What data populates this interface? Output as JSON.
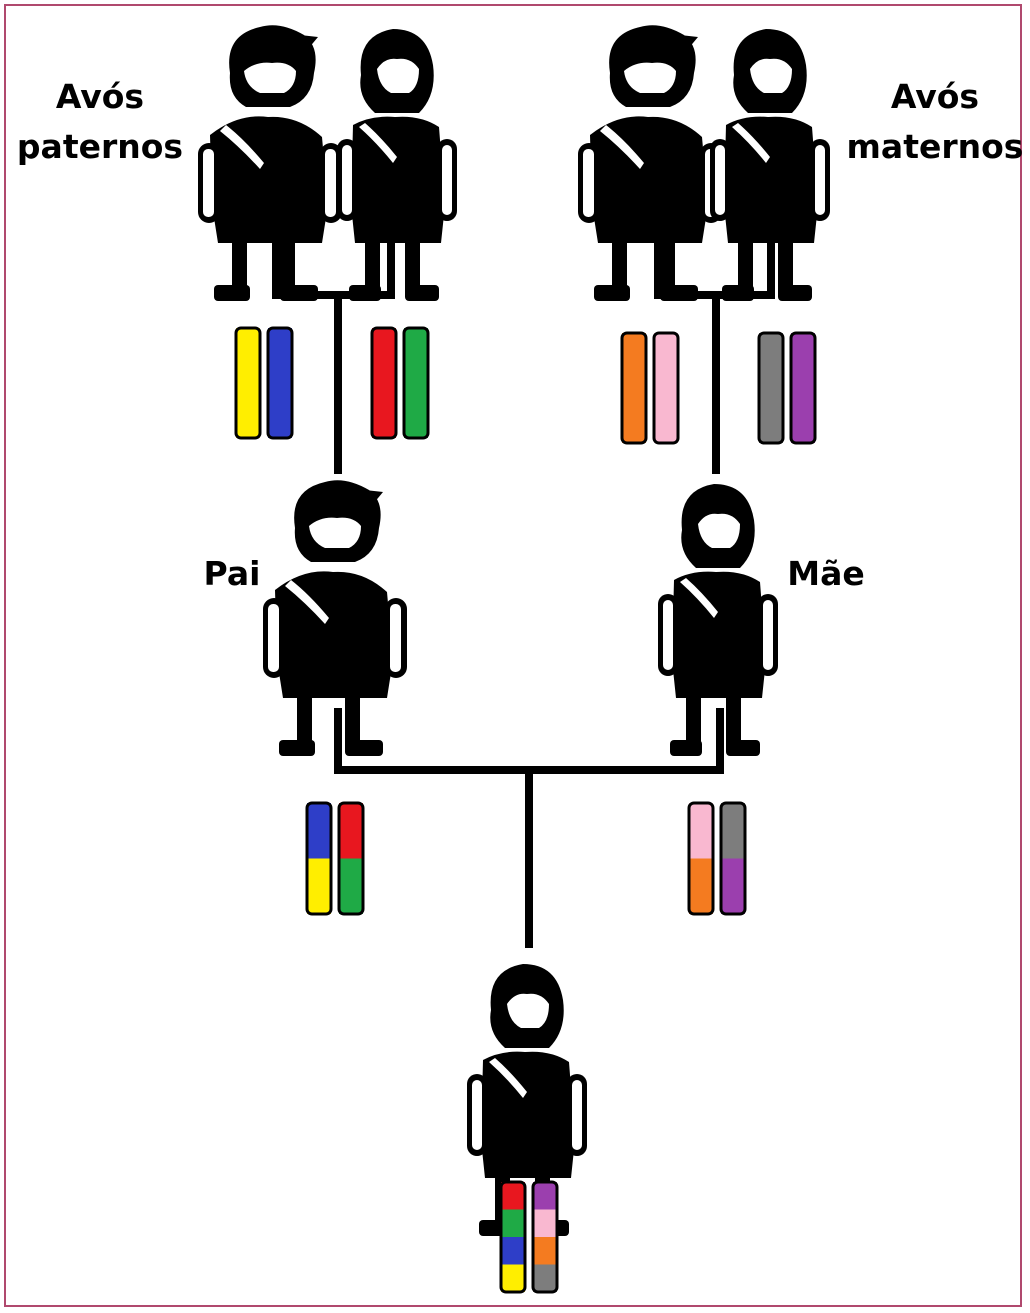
{
  "labels": {
    "paternal_grandparents_line1": "Avós",
    "paternal_grandparents_line2": "paternos",
    "maternal_grandparents_line1": "Avós",
    "maternal_grandparents_line2": "maternos",
    "father": "Pai",
    "mother": "Mãe"
  },
  "colors": {
    "frame": "#b0496e",
    "line": "#000000",
    "figure": "#000000",
    "yellow": "#ffee00",
    "blue": "#2e3ec8",
    "red": "#e8171f",
    "green": "#1faa46",
    "orange": "#f47b20",
    "pink": "#f9b8d0",
    "gray": "#7d7d7d",
    "purple": "#9b3fae"
  },
  "people": [
    {
      "id": "paternal-grandfather",
      "sex": "male"
    },
    {
      "id": "paternal-grandmother",
      "sex": "female"
    },
    {
      "id": "maternal-grandfather",
      "sex": "male"
    },
    {
      "id": "maternal-grandmother",
      "sex": "female"
    },
    {
      "id": "father",
      "sex": "male"
    },
    {
      "id": "mother",
      "sex": "female"
    },
    {
      "id": "child",
      "sex": "female"
    }
  ],
  "chromosomes": [
    {
      "id": "paternal-grandfather-pair",
      "owner": "paternal-grandfather",
      "chromatids": [
        [
          "yellow"
        ],
        [
          "blue"
        ]
      ]
    },
    {
      "id": "paternal-grandmother-pair",
      "owner": "paternal-grandmother",
      "chromatids": [
        [
          "red"
        ],
        [
          "green"
        ]
      ]
    },
    {
      "id": "maternal-grandfather-pair",
      "owner": "maternal-grandfather",
      "chromatids": [
        [
          "orange"
        ],
        [
          "pink"
        ]
      ]
    },
    {
      "id": "maternal-grandmother-pair",
      "owner": "maternal-grandmother",
      "chromatids": [
        [
          "gray"
        ],
        [
          "purple"
        ]
      ]
    },
    {
      "id": "father-pair",
      "owner": "father",
      "chromatids": [
        [
          "blue",
          "yellow"
        ],
        [
          "red",
          "green"
        ]
      ]
    },
    {
      "id": "mother-pair",
      "owner": "mother",
      "chromatids": [
        [
          "pink",
          "orange"
        ],
        [
          "gray",
          "purple"
        ]
      ]
    },
    {
      "id": "child-pair",
      "owner": "child",
      "chromatids": [
        [
          "red",
          "green",
          "blue",
          "yellow"
        ],
        [
          "purple",
          "pink",
          "orange",
          "gray"
        ]
      ]
    }
  ]
}
